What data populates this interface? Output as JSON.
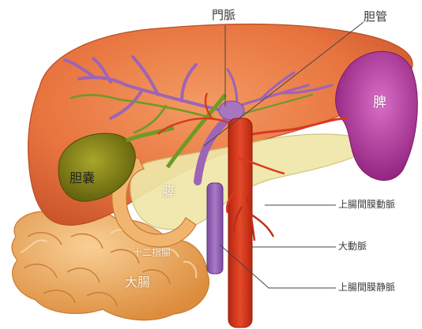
{
  "labels": {
    "portal_vein": "門脈",
    "bile_duct": "胆管",
    "spleen": "脾",
    "gallbladder": "胆嚢",
    "pancreas": "膵",
    "duodenum": "十二指腸",
    "large_intestine": "大腸",
    "superior_mesenteric_artery": "上腸間膜動脈",
    "aorta": "大動脈",
    "superior_mesenteric_vein": "上腸間膜静脈"
  },
  "colors": {
    "liver": "#e8743f",
    "gallbladder": "#8b8a16",
    "spleen": "#b02d98",
    "pancreas": "#efe7a8",
    "aorta": "#d9381e",
    "portal_vein": "#9e64b5",
    "bile_duct": "#6f9a24",
    "intestine": "#f1b36d"
  }
}
